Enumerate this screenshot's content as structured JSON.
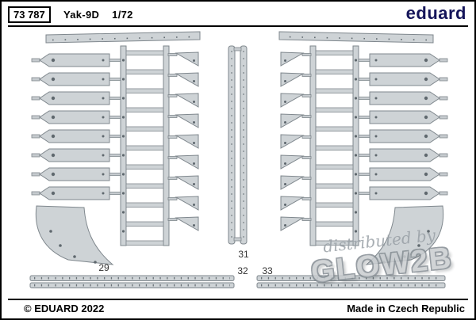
{
  "header": {
    "catalog_number": "73 787",
    "title": "Yak-9D",
    "scale": "1/72",
    "brand": "eduard",
    "brand_color": "#15155a"
  },
  "fret": {
    "metal_color": "#ced3d6",
    "outline_color": "#7f878d",
    "rivet_color": "#5f686e"
  },
  "parts": {
    "labels": [
      "29",
      "31",
      "32",
      "33"
    ]
  },
  "watermark": {
    "line1": "distributed by",
    "line2": "GLOW2B"
  },
  "footer": {
    "copyright": "© EDUARD 2022",
    "origin": "Made in Czech Republic"
  }
}
